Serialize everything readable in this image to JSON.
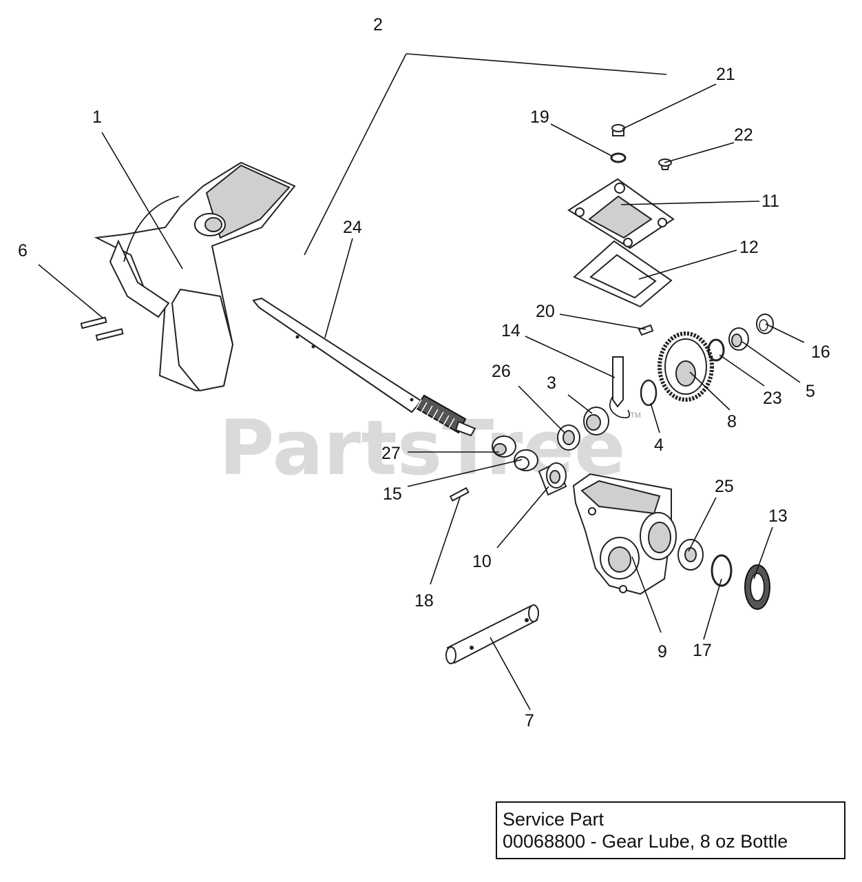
{
  "watermark": {
    "text": "PartsTree",
    "trademark": "TM"
  },
  "callouts": [
    "1",
    "2",
    "3",
    "4",
    "5",
    "6",
    "7",
    "8",
    "9",
    "10",
    "11",
    "12",
    "13",
    "14",
    "15",
    "16",
    "17",
    "18",
    "19",
    "20",
    "21",
    "22",
    "23",
    "24",
    "25",
    "26",
    "27"
  ],
  "service_part": {
    "title": "Service Part",
    "description": "00068800 - Gear Lube, 8 oz Bottle"
  }
}
